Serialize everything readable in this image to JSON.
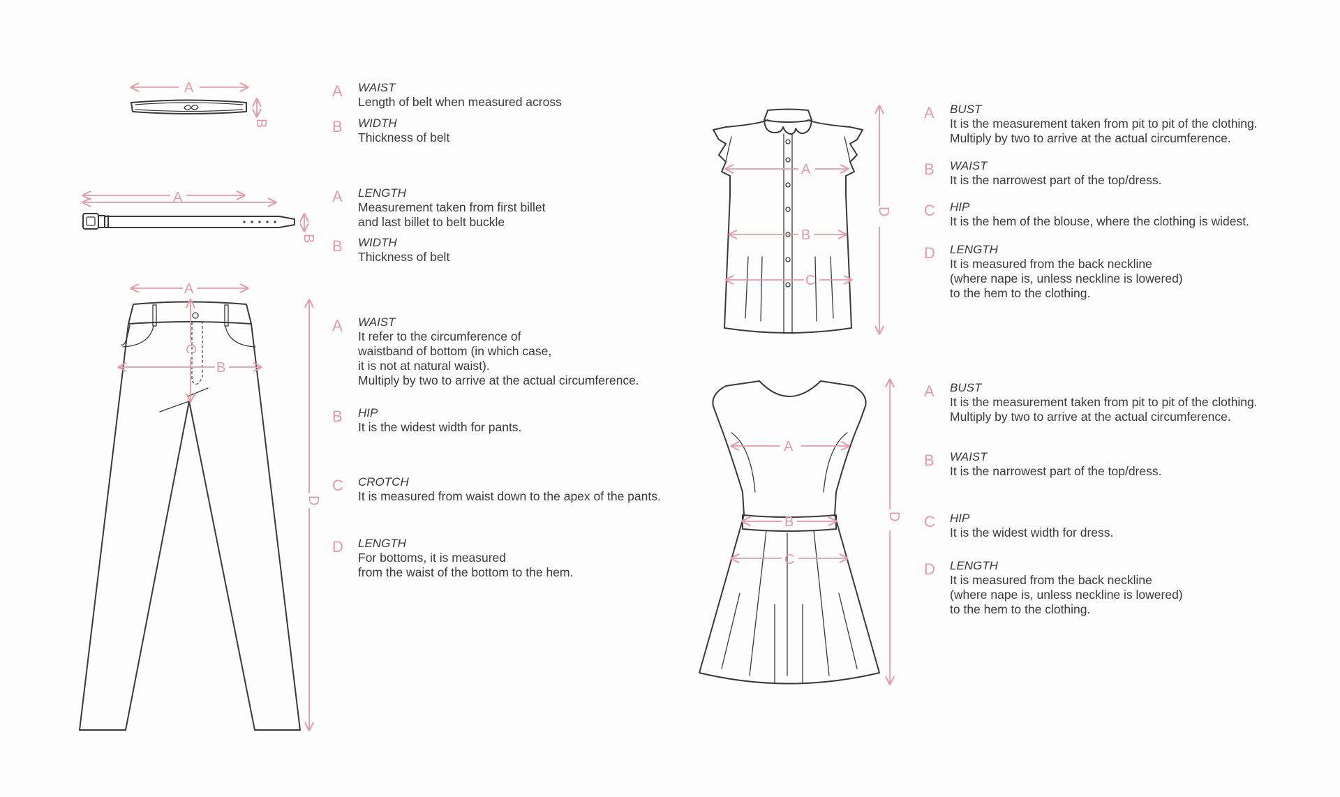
{
  "diagram_labels": {
    "a": "A",
    "b": "B",
    "c": "C",
    "d": "D"
  },
  "sections": {
    "belt1": [
      {
        "letter": "A",
        "title": "WAIST",
        "desc": "Length of belt when measured across"
      },
      {
        "letter": "B",
        "title": "WIDTH",
        "desc": "Thickness of belt"
      }
    ],
    "belt2": [
      {
        "letter": "A",
        "title": "LENGTH",
        "desc": "Measurement taken from first billet\nand last billet to belt buckle"
      },
      {
        "letter": "B",
        "title": "WIDTH",
        "desc": "Thickness of belt"
      }
    ],
    "pants": [
      {
        "letter": "A",
        "title": "WAIST",
        "desc": "It refer to the circumference of\nwaistband of bottom (in which case,\nit is not at natural waist).\nMultiply by two to arrive at the actual circumference."
      },
      {
        "letter": "B",
        "title": "HIP",
        "desc": "It is the widest width for pants."
      },
      {
        "letter": "C",
        "title": "CROTCH",
        "desc": "It is measured from waist down to the apex of the pants."
      },
      {
        "letter": "D",
        "title": "LENGTH",
        "desc": "For bottoms, it is measured\nfrom the waist of the bottom to the hem."
      }
    ],
    "blouse": [
      {
        "letter": "A",
        "title": "BUST",
        "desc": "It is the measurement taken from pit to pit of the clothing.\nMultiply by two to arrive at the actual circumference."
      },
      {
        "letter": "B",
        "title": "WAIST",
        "desc": "It is the narrowest part of the top/dress."
      },
      {
        "letter": "C",
        "title": "HIP",
        "desc": "It is the hem of the blouse, where the clothing is widest."
      },
      {
        "letter": "D",
        "title": "LENGTH",
        "desc": "It is measured from the back neckline\n(where nape is, unless neckline is lowered)\nto the hem to the clothing."
      }
    ],
    "dress": [
      {
        "letter": "A",
        "title": "BUST",
        "desc": "It is the measurement taken from pit to pit of the clothing.\nMultiply by two to arrive at the actual circumference."
      },
      {
        "letter": "B",
        "title": "WAIST",
        "desc": "It is the narrowest part of the top/dress."
      },
      {
        "letter": "C",
        "title": "HIP",
        "desc": "It is the widest width for dress."
      },
      {
        "letter": "D",
        "title": "LENGTH",
        "desc": "It is measured from the back neckline\n(where nape is, unless neckline is lowered)\nto the hem to the clothing."
      }
    ]
  },
  "colors": {
    "accent": "#e79aa6",
    "ink": "#3a3a3a",
    "background": "#fdfdfd"
  }
}
